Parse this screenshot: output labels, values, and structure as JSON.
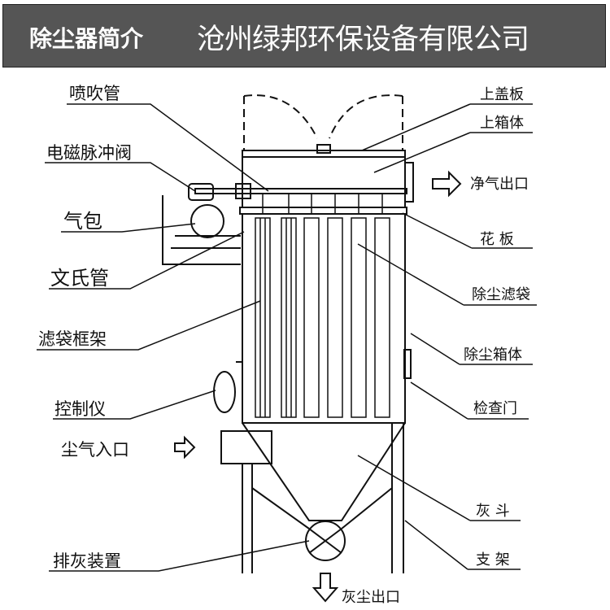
{
  "header": {
    "title": "除尘器简介",
    "company": "沧州绿邦环保设备有限公司"
  },
  "left_labels": [
    "喷吹管",
    "电磁脉冲阀",
    "气包",
    "文氏管",
    "滤袋框架",
    "控制仪",
    "尘气入口"
  ],
  "right_labels": [
    "上盖板",
    "上箱体",
    "净气出口",
    "花 板",
    "除尘滤袋",
    "除尘箱体",
    "检查门",
    "灰 斗",
    "支 架"
  ],
  "bottom_labels": [
    "排灰装置",
    "灰尘出口"
  ]
}
